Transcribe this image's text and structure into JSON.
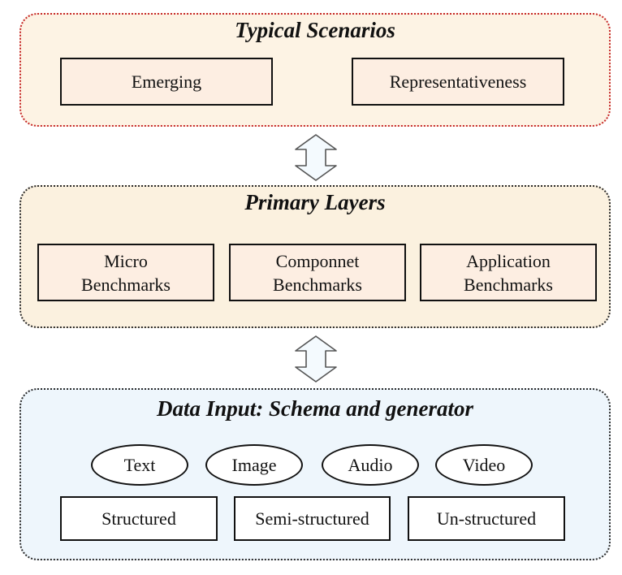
{
  "scenarios": {
    "title": "Typical Scenarios",
    "items": [
      "Emerging",
      "Representativeness"
    ]
  },
  "layers": {
    "title": "Primary Layers",
    "items": [
      {
        "line1": "Micro",
        "line2": "Benchmarks"
      },
      {
        "line1": "Componnet",
        "line2": "Benchmarks"
      },
      {
        "line1": "Application",
        "line2": "Benchmarks"
      }
    ]
  },
  "data_input": {
    "title": "Data Input: Schema and generator",
    "types": [
      "Text",
      "Image",
      "Audio",
      "Video"
    ],
    "structures": [
      "Structured",
      "Semi-structured",
      "Un-structured"
    ]
  },
  "colors": {
    "scenarios_border": "#c62828",
    "scenarios_fill": "#fdf3e4",
    "layers_fill": "#fbf1df",
    "data_fill": "#eef6fc",
    "arrow_fill": "#f4fafe",
    "arrow_stroke": "#555555"
  },
  "icons": [
    "double-arrow-icon"
  ]
}
